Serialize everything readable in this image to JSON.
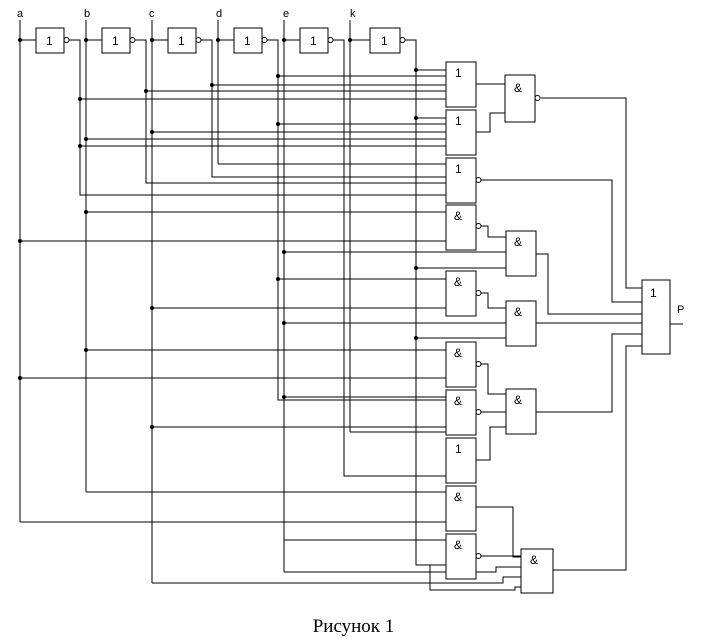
{
  "inputs": [
    "a",
    "b",
    "c",
    "d",
    "e",
    "k"
  ],
  "symbols": {
    "or": "1",
    "and": "&",
    "not": "1"
  },
  "output_label": "P",
  "caption": "Рисунок 1"
}
